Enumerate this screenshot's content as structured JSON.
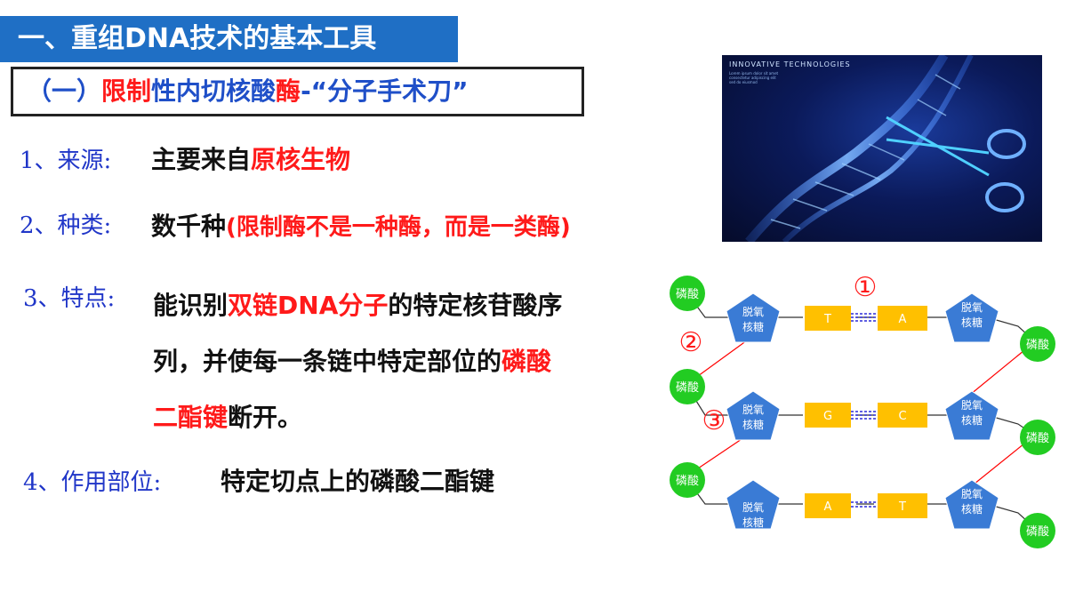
{
  "title": "一、重组DNA技术的基本工具",
  "subtitle": {
    "prefix": "（一）",
    "red1": "限制",
    "mid": "性内切核酸",
    "red2": "酶",
    "suffix": "-“分子手术刀”"
  },
  "items": [
    {
      "label": "1、来源:",
      "text_black": "主要来自",
      "text_red": "原核生物"
    },
    {
      "label": "2、种类:",
      "text_black": "数千种",
      "text_red": "(限制酶不是一种酶，而是一类酶)"
    },
    {
      "label": "3、特点:",
      "line1_black1": "能识别",
      "line1_red": "双链DNA分子",
      "line1_black2": "的特定核苷酸序",
      "line2_black": "列，并使每一条链中特定部位的",
      "line2_red": "磷酸",
      "line3_red": "二酯键",
      "line3_black": "断开。"
    },
    {
      "label": "4、作用部位:",
      "text_red": "特定切点上的磷酸二酯键"
    }
  ],
  "photo": {
    "caption": "INNOVATIVE TECHNOLOGIES",
    "small_text": "Lorem ipsum dolor sit amet consectetur adipiscing elit sed do eiusmod"
  },
  "diagram": {
    "phosphate": "磷酸",
    "sugar_line1": "脱氧",
    "sugar_line2": "核糖",
    "pairs": [
      [
        "T",
        "A"
      ],
      [
        "G",
        "C"
      ],
      [
        "A",
        "T"
      ]
    ],
    "markers": [
      "①",
      "②",
      "③"
    ],
    "colors": {
      "phosphate": "#22cc22",
      "sugar": "#3a7bd5",
      "base": "#ffc000",
      "bond": "#ff0000"
    }
  }
}
